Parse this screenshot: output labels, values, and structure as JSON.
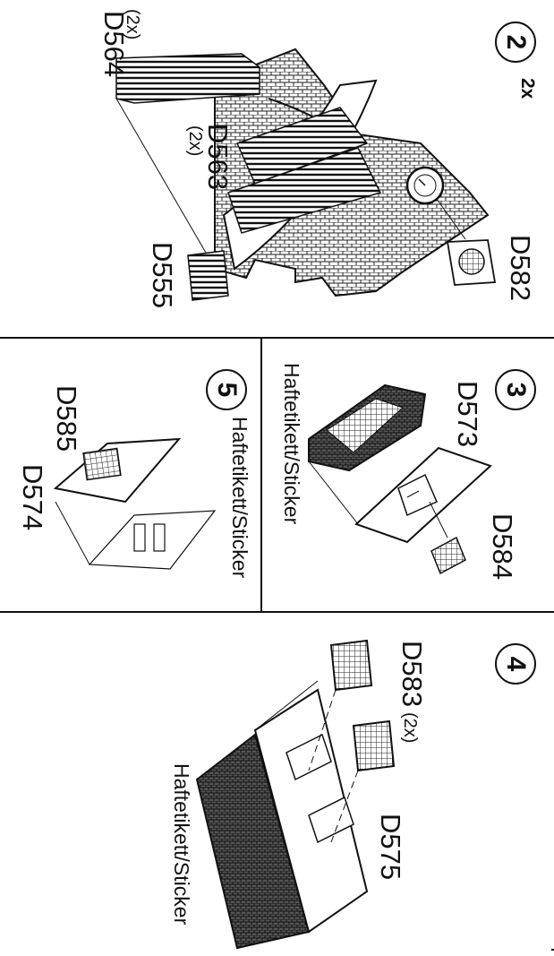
{
  "steps": [
    {
      "number": "2",
      "quantity": "2x",
      "parts": [
        {
          "code": "D564",
          "note": "(2x)"
        },
        {
          "code": "D563",
          "note": "(2x)"
        },
        {
          "code": "D555"
        },
        {
          "code": "D582"
        }
      ]
    },
    {
      "number": "3",
      "parts": [
        {
          "code": "D573"
        },
        {
          "code": "D584"
        }
      ],
      "sticker_label": "Haftetikett/Sticker"
    },
    {
      "number": "5",
      "parts": [
        {
          "code": "D585"
        },
        {
          "code": "D574"
        }
      ],
      "sticker_label": "Haftetikett/Sticker"
    },
    {
      "number": "4",
      "parts": [
        {
          "code": "D583",
          "note": "(2x)"
        },
        {
          "code": "D575"
        }
      ],
      "sticker_label": "Haftetikett/Sticker"
    }
  ],
  "colors": {
    "ink": "#111111",
    "paper": "#ffffff"
  }
}
